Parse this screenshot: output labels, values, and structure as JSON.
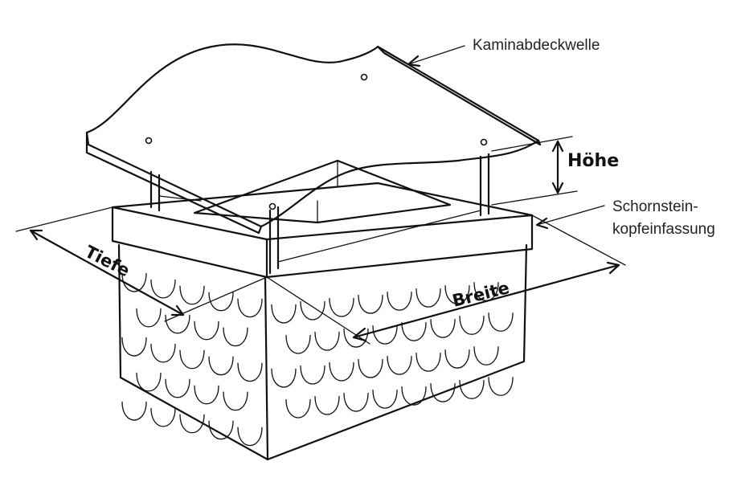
{
  "labels": {
    "cap": "Kaminabdeckwelle",
    "height": "Höhe",
    "collar_line1": "Schornstein-",
    "collar_line2": "kopfeinfassung",
    "depth": "Tiefe",
    "width": "Breite"
  },
  "colors": {
    "line": "#111111",
    "background": "#ffffff"
  }
}
